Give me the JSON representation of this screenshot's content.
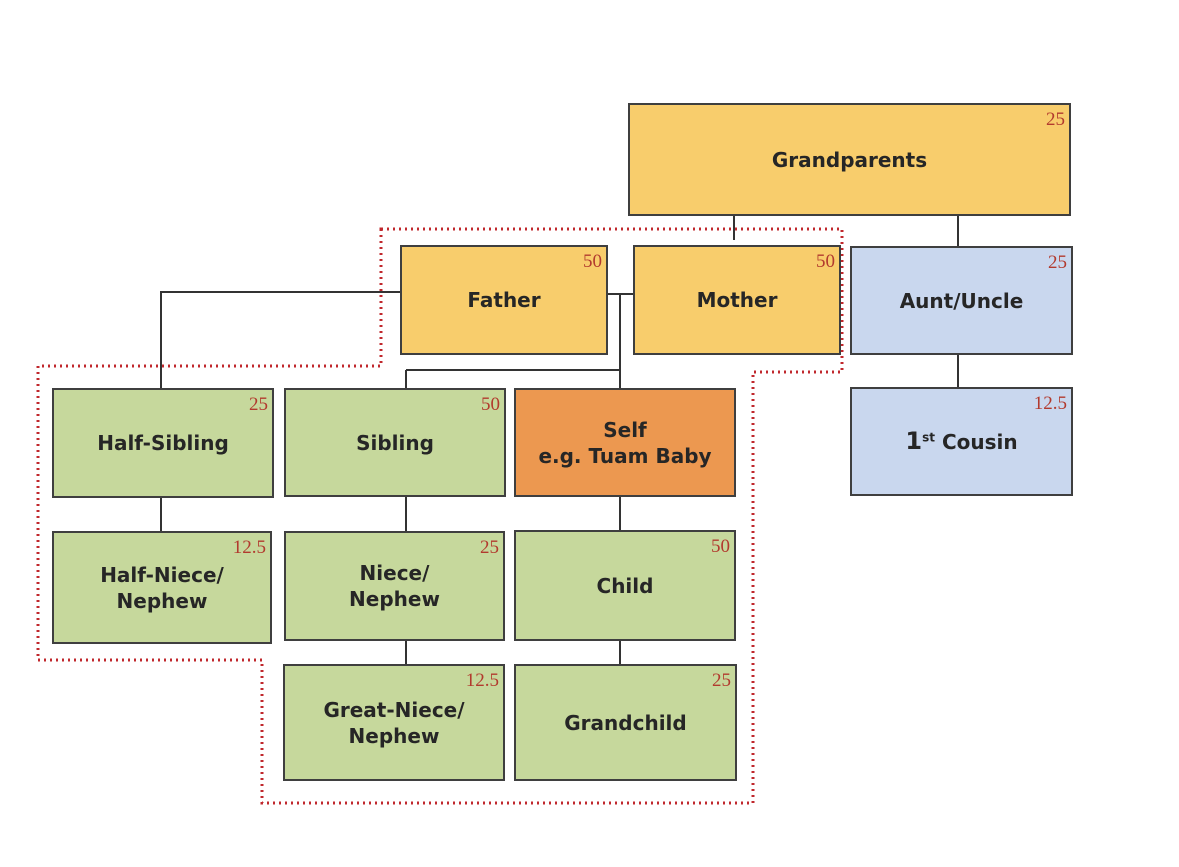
{
  "nodes": {
    "grandparents": {
      "label": "Grandparents",
      "value": "25"
    },
    "father": {
      "label": "Father",
      "value": "50"
    },
    "mother": {
      "label": "Mother",
      "value": "50"
    },
    "aunt_uncle": {
      "label": "Aunt/Uncle",
      "value": "25"
    },
    "first_cousin": {
      "label_num": "1",
      "label_sup": "st",
      "label_rest": " Cousin",
      "value": "12.5"
    },
    "half_sibling": {
      "label": "Half-Sibling",
      "value": "25"
    },
    "sibling": {
      "label": "Sibling",
      "value": "50"
    },
    "self": {
      "label_line1": "Self",
      "label_line2": "e.g. Tuam Baby"
    },
    "half_niece_nephew": {
      "label_line1": "Half-Niece/",
      "label_line2": "Nephew",
      "value": "12.5"
    },
    "niece_nephew": {
      "label_line1": "Niece/",
      "label_line2": "Nephew",
      "value": "25"
    },
    "child": {
      "label": "Child",
      "value": "50"
    },
    "great_niece_nephew": {
      "label_line1": "Great-Niece/",
      "label_line2": "Nephew",
      "value": "12.5"
    },
    "grandchild": {
      "label": "Grandchild",
      "value": "25"
    }
  },
  "colors": {
    "parents_generation": "#f8cd6c",
    "aunt_cousin": "#c9d7ee",
    "descendants_siblings": "#c6d89c",
    "self": "#ec9850",
    "value_text": "#b23a2e",
    "boundary": "#c0282d"
  }
}
